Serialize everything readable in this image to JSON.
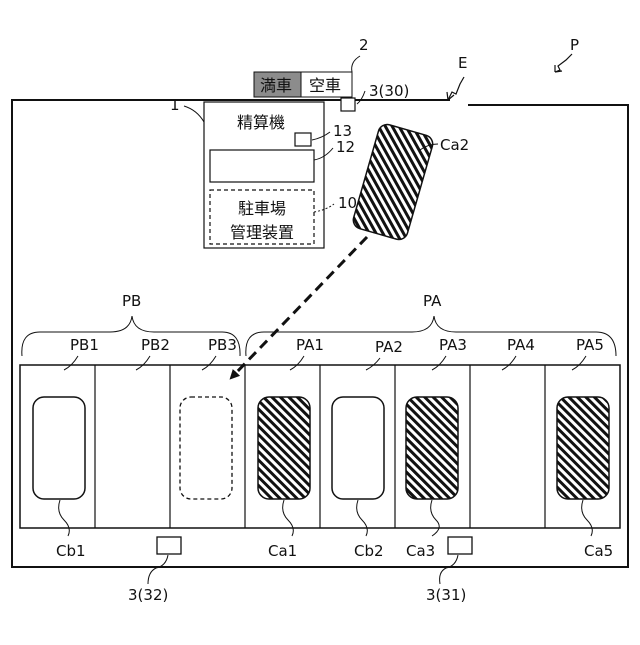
{
  "figure": {
    "label_P": "P",
    "label_E": "E",
    "sign": {
      "ref": "2",
      "full_text": "満車",
      "vacant_text": "空車",
      "sensor_ref": "3(30)"
    },
    "machine": {
      "ref": "1",
      "title": "精算機",
      "display_ref": "12",
      "small_ref": "13",
      "manager_ref": "10",
      "manager_line1": "駐車場",
      "manager_line2": "管理装置"
    },
    "car_moving": "Ca2",
    "group_b": {
      "label": "PB",
      "spaces": [
        "PB1",
        "PB2",
        "PB3"
      ]
    },
    "group_a": {
      "label": "PA",
      "spaces": [
        "PA1",
        "PA2",
        "PA3",
        "PA4",
        "PA5"
      ]
    },
    "cars": [
      "Cb1",
      "Ca1",
      "Cb2",
      "Ca3",
      "Ca5"
    ],
    "sensors": [
      "3(32)",
      "3(31)"
    ]
  }
}
